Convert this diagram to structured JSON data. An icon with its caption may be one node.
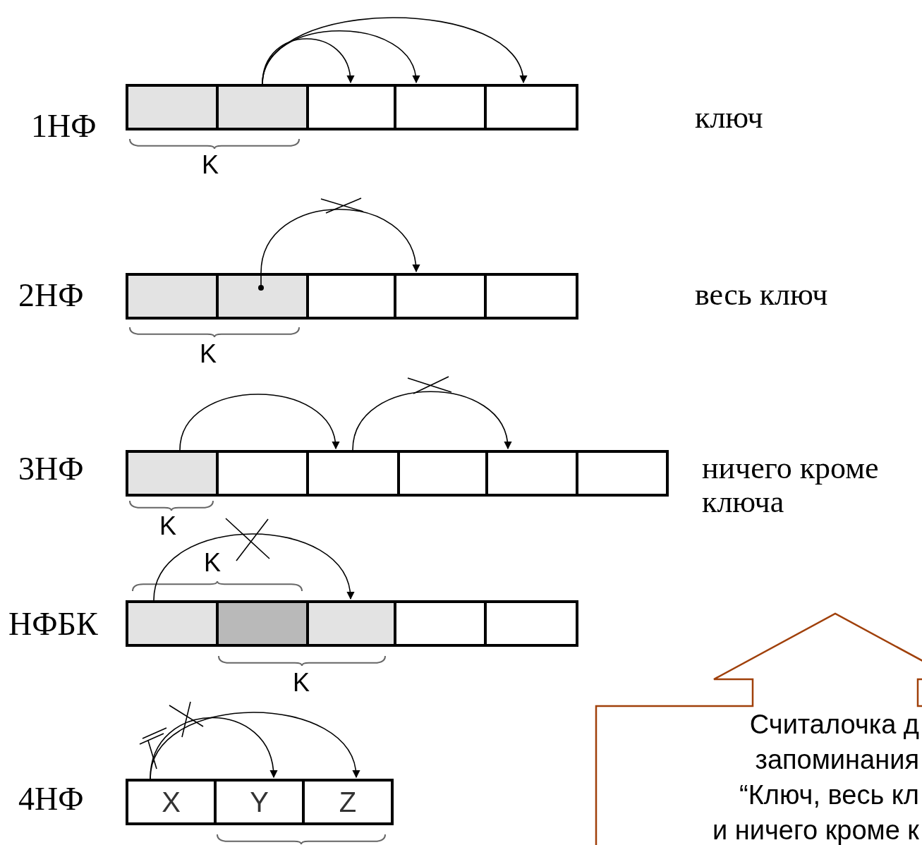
{
  "diagram": {
    "nodes": [
      {
        "text": [],
        "shape": "box"
      },
      {
        "text": [],
        "shape": "box"
      },
      {
        "text": [],
        "shape": "box"
      },
      {
        "text": [],
        "shape": "box"
      },
      {
        "text": [],
        "shape": "box"
      },
      {
        "text": [],
        "shape": "box"
      },
      {
        "text": [],
        "shape": "box"
      },
      {
        "text": [],
        "shape": "box"
      },
      {
        "text": [],
        "shape": "box"
      },
      {
        "text": [],
        "shape": "box"
      },
      {
        "text": [],
        "shape": "box"
      },
      {
        "text": [],
        "shape": "box"
      },
      {
        "text": [],
        "shape": "box"
      },
      {
        "text": [],
        "shape": "box"
      },
      {
        "text": [],
        "shape": "box"
      },
      {
        "text": [],
        "shape": "box"
      },
      {
        "text": [],
        "shape": "box"
      },
      {
        "text": [],
        "shape": "box"
      },
      {
        "text": [],
        "shape": "box"
      },
      {
        "text": [],
        "shape": "box"
      },
      {
        "text": [],
        "shape": "box"
      },
      {
        "text": [
          "X"
        ]
      },
      {
        "text": [
          "Y"
        ]
      },
      {
        "text": [
          "Z"
        ]
      },
      {
        "text": [
          "Считалочка д",
          "запоминания",
          "“Ключ, весь кл",
          "и ничего кроме к"
        ]
      }
    ],
    "edges": [
      {
        "from": 1,
        "to": 2,
        "arrow": "to"
      },
      {
        "from": 1,
        "to": 3,
        "arrow": "to"
      },
      {
        "from": 1,
        "to": 4,
        "arrow": "to"
      },
      {
        "from": 6,
        "to": 8,
        "arrow": "to"
      },
      {
        "from": 10,
        "to": 12,
        "arrow": "to"
      },
      {
        "from": 12,
        "to": 14,
        "arrow": "to"
      },
      {
        "from": 16,
        "to": 18,
        "arrow": "to"
      },
      {
        "from": 21,
        "to": 22,
        "arrow": "to"
      },
      {
        "from": 21,
        "to": 23,
        "arrow": "to"
      }
    ],
    "labels": [
      "1НФ",
      "ключ",
      "K",
      "2НФ",
      "весь ключ",
      "K",
      "3НФ",
      "ничего кроме ключа",
      "K",
      "K",
      "НФБК",
      "K",
      "4НФ"
    ]
  }
}
